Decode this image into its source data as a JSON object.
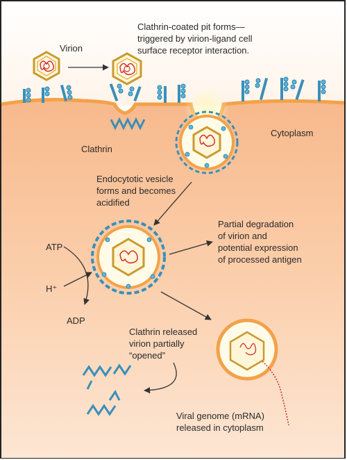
{
  "labels": {
    "virion": "Virion",
    "pit_forms": [
      "Clathrin-coated pit forms—",
      "triggered by virion-ligand cell",
      "surface receptor interaction."
    ],
    "cytoplasm": "Cytoplasm",
    "clathrin": "Clathrin",
    "vesicle": [
      "Endocytotic vesicle",
      "forms and becomes",
      "acidified"
    ],
    "partial_degradation": [
      "Partial degradation",
      "of virion and",
      "potential expression",
      "of processed antigen"
    ],
    "atp": "ATP",
    "h_plus": "H⁺",
    "adp": "ADP",
    "clathrin_released": [
      "Clathrin released",
      "virion partially",
      "“opened”"
    ],
    "viral_genome": [
      "Viral genome (mRNA)",
      "released in cytoplasm"
    ]
  },
  "colors": {
    "cytoplasm_top": "#f9c7a0",
    "cytoplasm_bottom": "#fde3cf",
    "extracellular": "#ffffff",
    "membrane": "#f2a24a",
    "clathrin": "#3a8fb8",
    "virion_shell": "#e8b64a",
    "rna": "#d22c2c"
  }
}
